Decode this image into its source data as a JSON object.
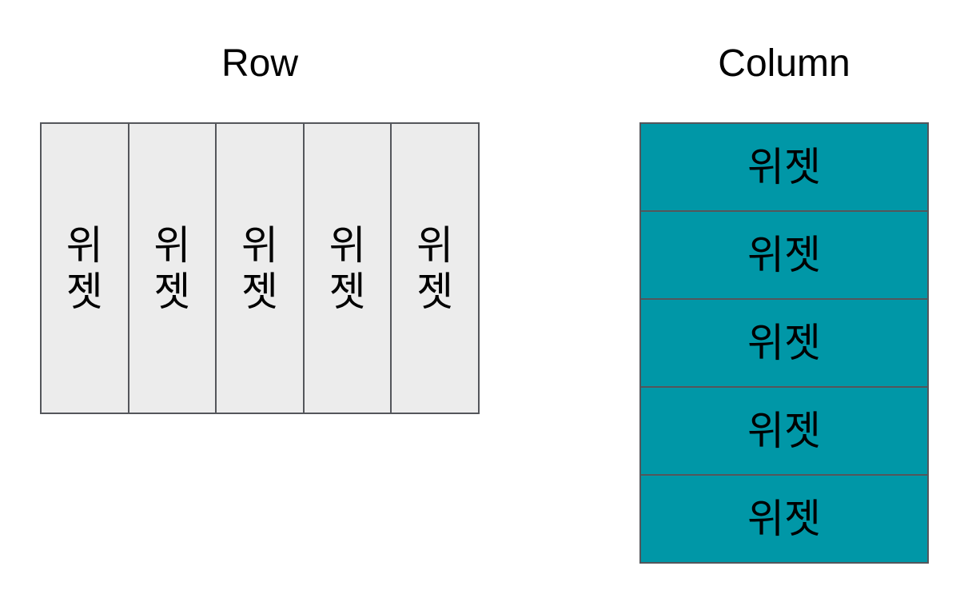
{
  "page": {
    "background_color": "#ffffff",
    "text_color": "#000000"
  },
  "diagrams": {
    "row": {
      "title": "Row",
      "cell_bg": "#ececec",
      "border_color": "#54565b",
      "cells": [
        {
          "label": "위젯"
        },
        {
          "label": "위젯"
        },
        {
          "label": "위젯"
        },
        {
          "label": "위젯"
        },
        {
          "label": "위젯"
        }
      ]
    },
    "column": {
      "title": "Column",
      "cell_bg": "#0097a7",
      "border_color": "#54565b",
      "cells": [
        {
          "label": "위젯"
        },
        {
          "label": "위젯"
        },
        {
          "label": "위젯"
        },
        {
          "label": "위젯"
        },
        {
          "label": "위젯"
        }
      ]
    }
  }
}
